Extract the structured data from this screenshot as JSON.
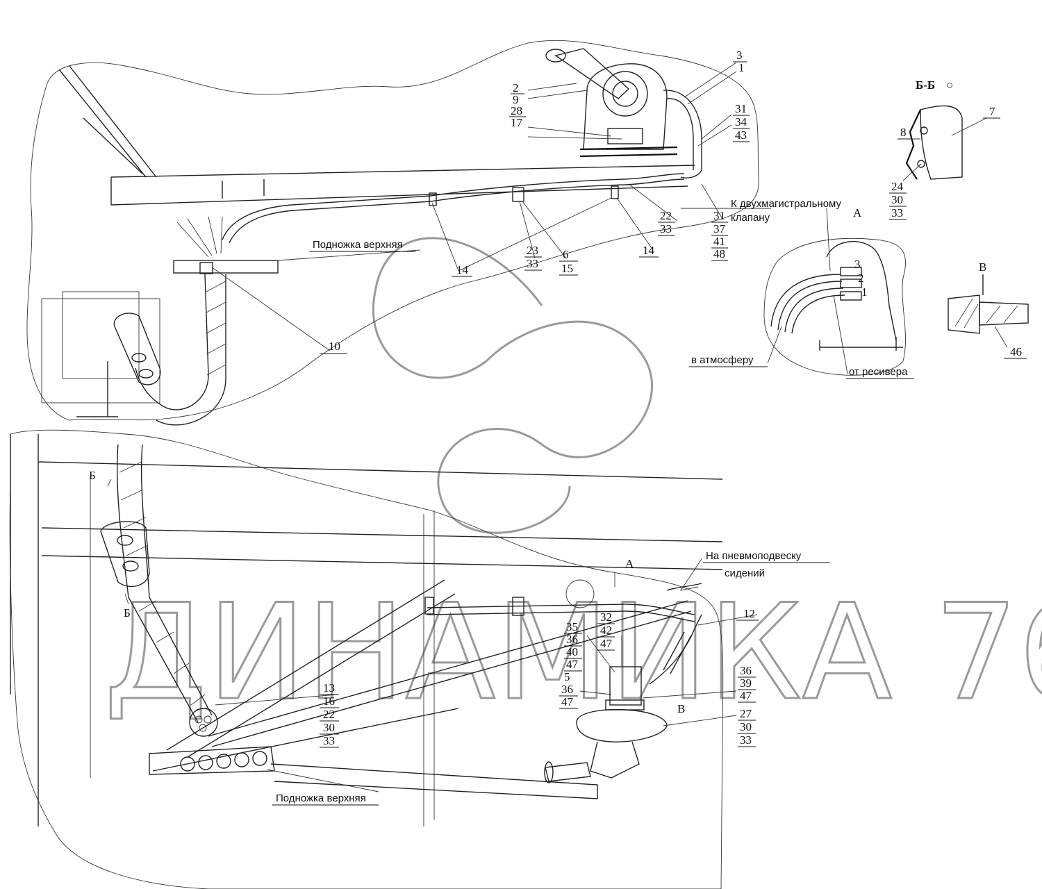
{
  "watermark": {
    "text": "ДИНАМИКА 76"
  },
  "section_labels": {
    "bb": "Б-Б",
    "bb_mark": "○",
    "a_view": "A",
    "v_view": "B",
    "a_arrow": "A",
    "b_top": "Б",
    "b_bottom": "Б",
    "v_arrow": "B"
  },
  "notes": {
    "podnozhka_top": "Подножка верхняя",
    "podnozhka_bottom": "Подножка верхняя",
    "dvuh_line1": "К двухмагистральному",
    "dvuh_line2": "клапану",
    "atmosfera": "в атмосферу",
    "resiver": "от ресивера",
    "pnevmo_line1": "На пневмоподвеску",
    "pnevmo_line2": "сидений"
  },
  "callouts": {
    "c3": "3",
    "c1": "1",
    "c2": "2",
    "c9": "9",
    "c28": "28",
    "c17": "17",
    "c31a": "31",
    "c34": "34",
    "c43": "43",
    "c22a": "22",
    "c33a": "33",
    "c31b": "31",
    "c37": "37",
    "c41": "41",
    "c48": "48",
    "c14a": "14",
    "c14b": "14",
    "c23": "23",
    "c33b": "33",
    "c6": "6",
    "c15": "15",
    "c10": "10",
    "c7": "7",
    "c8": "8",
    "c24": "24",
    "c30a": "30",
    "c33c": "33",
    "c46": "46",
    "c32": "32",
    "c42": "42",
    "c47a": "47",
    "c35": "35",
    "c36a": "36",
    "c40": "40",
    "c47b": "47",
    "c5": "5",
    "c36b": "36",
    "c47c": "47",
    "c12": "12",
    "c36c": "36",
    "c39": "39",
    "c47d": "47",
    "c27": "27",
    "c30b": "30",
    "c33d": "33",
    "c13": "13",
    "c16": "16",
    "c22b": "22",
    "c30c": "30",
    "c33e": "33",
    "a3": "3",
    "a2": "2",
    "a1": "1"
  }
}
